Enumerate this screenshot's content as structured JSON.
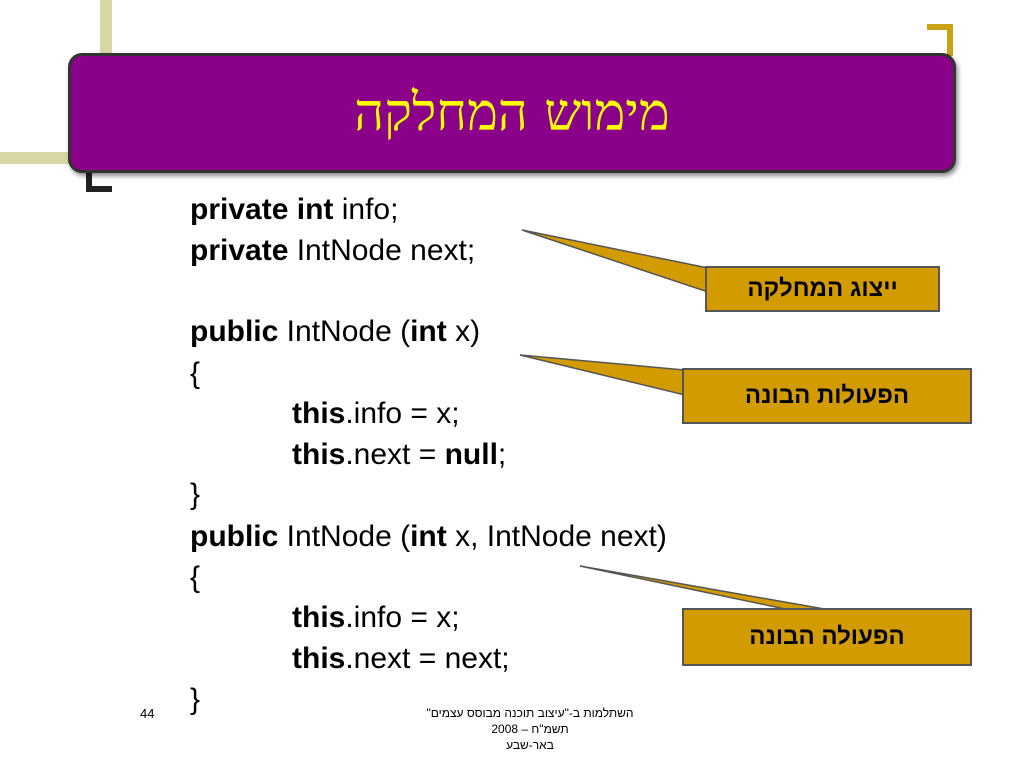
{
  "slide": {
    "title": "מימוש המחלקה",
    "page_number": "44",
    "footer": {
      "line1": "השתלמות ב-\"עיצוב תוכנה מבוסס עצמים\"",
      "line2": "תשמ\"ח – 2008",
      "line3": "באר-שבע"
    }
  },
  "code_tokens": {
    "private": "private",
    "int": "int",
    "public": "public",
    "this": "this",
    "null": "null",
    "info_decl": " info;",
    "next_decl": " IntNode next;",
    "ctor1_sig_a": " IntNode (",
    "ctor1_sig_b": " x)",
    "open_brace": "{",
    "close_brace": "}",
    "assign_info": ".info = x;",
    "assign_next_a": ".next = ",
    "semicolon": ";",
    "ctor2_sig_a": " IntNode (",
    "ctor2_sig_b": " x, IntNode next)",
    "assign_next_b": ".next = next;"
  },
  "callouts": {
    "representation": "ייצוג המחלקה",
    "constructors": "הפעולות הבונה",
    "constructor": "הפעולה הבונה"
  },
  "colors": {
    "title_bg": "#8a0089",
    "title_text": "#ffff00",
    "callout_bg": "#d29c00"
  }
}
